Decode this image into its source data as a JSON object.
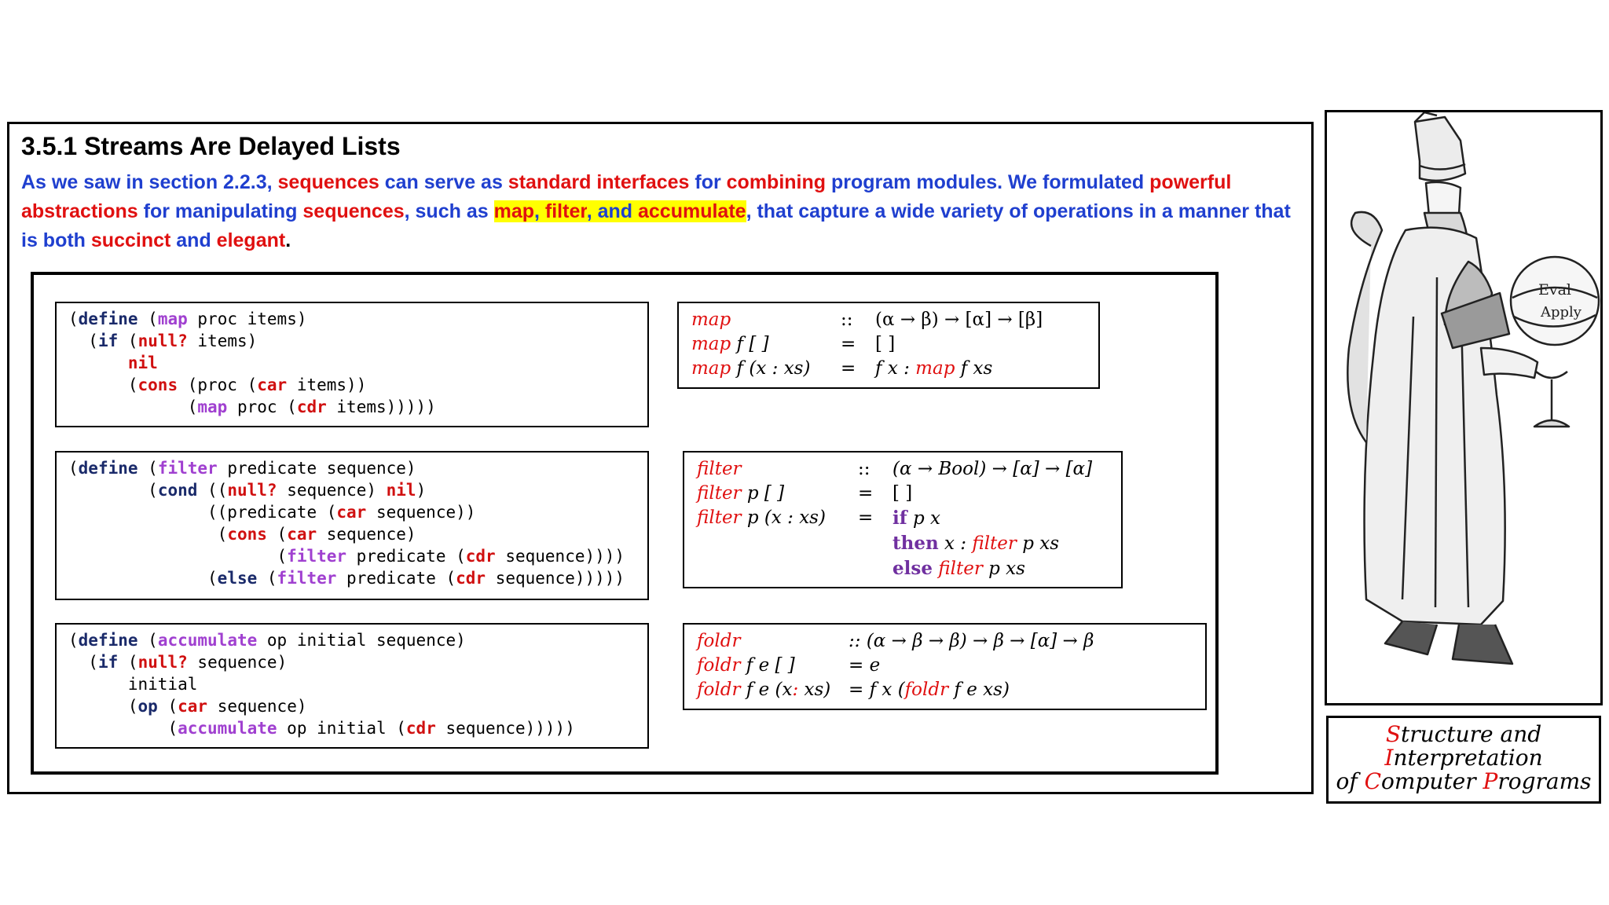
{
  "slide": {
    "title": "3.5.1 Streams Are Delayed Lists",
    "intro": {
      "s1": "As we saw in section 2.2.3, ",
      "s2": "sequences",
      "s3": " can serve as ",
      "s4": "standard interfaces",
      "s5": " for ",
      "s6": "combining",
      "s7": " program modules. We formulated ",
      "s8": "powerful abstractions",
      "s9": " for manipulating ",
      "s10": "sequences",
      "s11": ", such as ",
      "s12": "map",
      "s13": ", ",
      "s14": "filter",
      "s15": ", and ",
      "s16": "accumulate",
      "s17": ", that capture a wide variety of operations in a manner that is both ",
      "s18": "succinct",
      "s19": " and ",
      "s20": "elegant",
      "s21": "."
    },
    "colors": {
      "accent_blue": "#1f3fcf",
      "accent_red": "#e01010",
      "highlight": "#ffff00",
      "keyword": "#1a2a6a",
      "function": "#a040d0",
      "builtin": "#d01010",
      "purple": "#7030a0"
    }
  },
  "tokens": {
    "open_paren": "(",
    "open_paren2": "((",
    "define": "define",
    "if": "if",
    "cond": "cond",
    "else": "else",
    "null": "null?",
    "nil": "nil",
    "cons": "cons",
    "car": "car",
    "cdr": "cdr",
    "map": "map",
    "filter": "filter",
    "accumulate": "accumulate",
    "op": "op"
  },
  "code_map": {
    "l1a": " proc items)",
    "l2a": " items)",
    "l4a": " (proc (",
    "l4b": " items))",
    "l5a": " proc (",
    "l5b": " items)))))"
  },
  "code_filter": {
    "l1a": " predicate sequence)",
    "l2a": " sequence) ",
    "l2b": ")",
    "l3": "((predicate (",
    "l3b": " sequence))",
    "l4a": " (",
    "l4b": " sequence)",
    "l5a": " predicate (",
    "l5b": " sequence))))",
    "l6a": " (",
    "l6b": " predicate (",
    "l6c": " sequence)))))"
  },
  "code_accumulate": {
    "l1a": " op initial sequence)",
    "l2a": " sequence)",
    "l3": "initial",
    "l4a": " (",
    "l4b": " sequence)",
    "l5a": " op initial (",
    "l5b": " sequence)))))"
  },
  "haskell_map": {
    "name": "map",
    "r1_sep": "::",
    "r1_type": "(α → β) → [α] → [β]",
    "r2_args": " f [ ]",
    "r2_eq": "=",
    "r2_rhs": "[ ]",
    "r3_args": " f (x : xs)",
    "r3_eq": "=",
    "r3_rhs_a": "f x : ",
    "r3_rhs_b": " f xs"
  },
  "haskell_filter": {
    "name": "filter",
    "r1_sep": "::",
    "r1_type": "(α → Bool) → [α] → [α]",
    "r2_args": " p [ ]",
    "r2_eq": "=",
    "r2_rhs": "[ ]",
    "r3_args": " p (x : xs)",
    "r3_eq": "=",
    "r3_if": "if",
    "r3_rhs": " p x",
    "r4_then": "then",
    "r4_a": " x : ",
    "r4_b": " p xs",
    "r5_else": "else",
    "r5_b": " p xs"
  },
  "haskell_foldr": {
    "name": "foldr",
    "r1_sep": "::",
    "r1_type": "(α → β → β) → β → [α] → β",
    "r2_args": " f e [ ]",
    "r2_rhs": "= e",
    "r3_args_a": " f e (x",
    "r3_colon": ":",
    "r3_args_b": " xs)",
    "r3_rhs_a": "= f x (",
    "r3_rhs_b": " f e xs)"
  },
  "image": {
    "globe_line1": "Eval",
    "globe_line2": "Apply"
  },
  "caption": {
    "l1_a": "S",
    "l1_b": "tructure and",
    "l2_a": "I",
    "l2_b": "nterpretation",
    "l3_a": "of ",
    "l3_b": "C",
    "l3_c": "omputer ",
    "l3_d": "P",
    "l3_e": "rograms"
  }
}
